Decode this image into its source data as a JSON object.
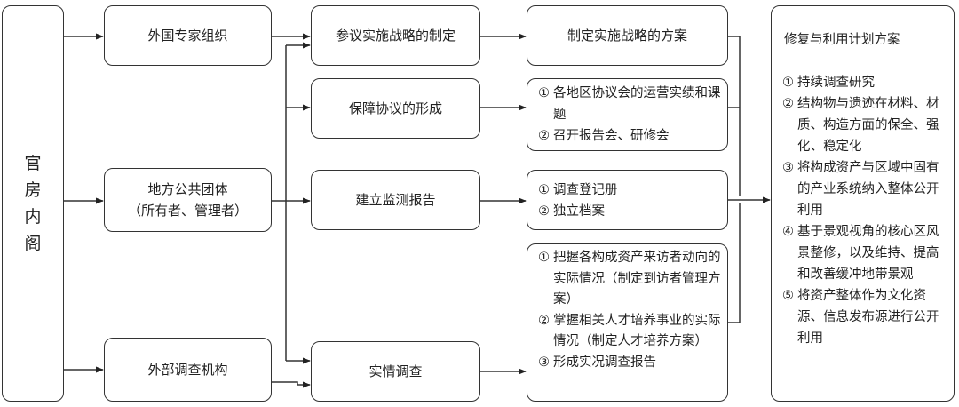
{
  "left_column": [
    "官",
    "房",
    "内",
    "阁"
  ],
  "sources": {
    "foreign_experts": "外国专家组织",
    "local_public_line1": "地方公共团体",
    "local_public_line2": "（所有者、管理者）",
    "external_investigation": "外部调查机构"
  },
  "actions": {
    "strategy": "参议实施战略的制定",
    "protocol": "保障协议的形成",
    "monitoring": "建立监测报告",
    "survey": "实情调查"
  },
  "outputs": {
    "strategy_plan": "制定实施战略的方案",
    "protocol_items": [
      {
        "num": "①",
        "text": "各地区协议会的运营实绩和课题"
      },
      {
        "num": "②",
        "text": "召开报告会、研修会"
      }
    ],
    "monitoring_items": [
      {
        "num": "①",
        "text": "调查登记册"
      },
      {
        "num": "②",
        "text": "独立档案"
      }
    ],
    "survey_items": [
      {
        "num": "①",
        "text": "把握各构成资产来访者动向的实际情况（制定到访者管理方案）"
      },
      {
        "num": "②",
        "text": "掌握相关人才培养事业的实际情况（制定人才培养方案）"
      },
      {
        "num": "③",
        "text": "形成实况调查报告"
      }
    ]
  },
  "final": {
    "title": "修复与利用计划方案",
    "items": [
      {
        "num": "①",
        "text": "持续调查研究"
      },
      {
        "num": "②",
        "text": "结构物与遗迹在材料、材质、构造方面的保全、强化、稳定化"
      },
      {
        "num": "③",
        "text": "将构成资产与区域中固有的产业系统纳入整体公开利用"
      },
      {
        "num": "④",
        "text": "基于景观视角的核心区风景整修，以及维持、提高和改善缓冲地带景观"
      },
      {
        "num": "⑤",
        "text": "将资产整体作为文化资源、信息发布源进行公开利用"
      }
    ]
  },
  "colors": {
    "stroke": "#333333",
    "background": "#ffffff"
  }
}
